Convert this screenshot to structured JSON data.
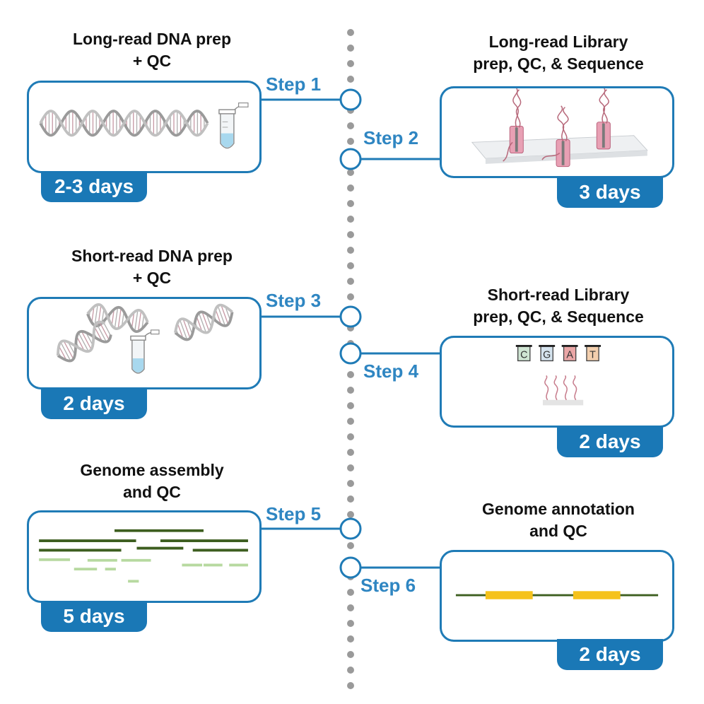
{
  "colors": {
    "accent": "#1f7bb6",
    "step_text": "#2f86c2",
    "badge_bg": "#1a78b6",
    "timeline_dots": "#9a9a9a",
    "dark_green": "#3d5e1f",
    "light_green": "#b7d9a0",
    "gene_yellow": "#f5c21b"
  },
  "steps": [
    {
      "label": "Step 1",
      "title_lines": [
        "Long-read DNA prep",
        "+ QC"
      ],
      "duration": "2-3 days",
      "icon": "dna-helix-and-tube-icon"
    },
    {
      "label": "Step 2",
      "title_lines": [
        "Long-read Library",
        "prep, QC, & Sequence"
      ],
      "duration": "3 days",
      "icon": "nanopore-flowcell-icon"
    },
    {
      "label": "Step 3",
      "title_lines": [
        "Short-read DNA prep",
        "+ QC"
      ],
      "duration": "2 days",
      "icon": "dna-fragments-and-tube-icon"
    },
    {
      "label": "Step 4",
      "title_lines": [
        "Short-read Library",
        "prep, QC, & Sequence"
      ],
      "duration": "2 days",
      "icon": "sequencing-by-synthesis-icon"
    },
    {
      "label": "Step 5",
      "title_lines": [
        "Genome assembly",
        "and QC"
      ],
      "duration": "5 days",
      "icon": "assembly-contigs-icon"
    },
    {
      "label": "Step 6",
      "title_lines": [
        "Genome annotation",
        "and QC"
      ],
      "duration": "2 days",
      "icon": "gene-annotation-track-icon"
    }
  ],
  "nucleotides": [
    "C",
    "G",
    "A",
    "T"
  ]
}
